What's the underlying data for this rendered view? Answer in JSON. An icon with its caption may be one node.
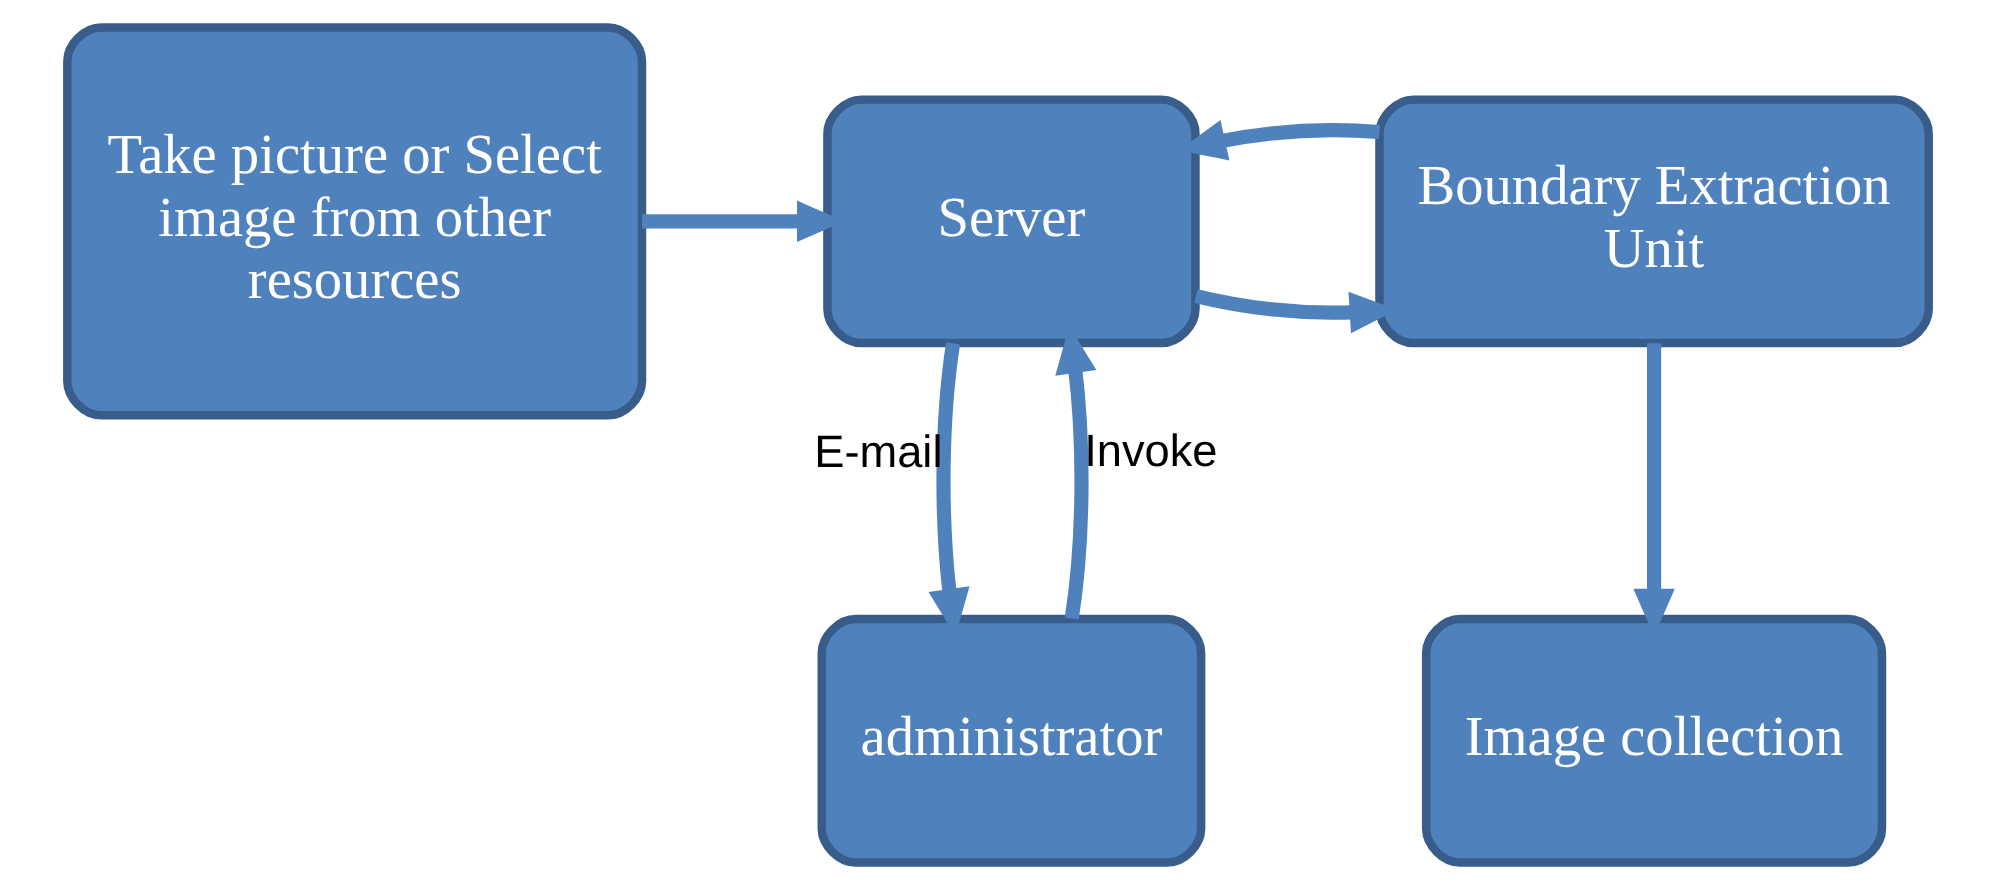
{
  "diagram": {
    "nodes": [
      {
        "text": [
          "Take picture or Select image from other resources"
        ]
      },
      {
        "text": [
          "Server"
        ]
      },
      {
        "text": [
          "Boundary Extraction Unit"
        ]
      },
      {
        "text": [
          "administrator"
        ]
      },
      {
        "text": [
          "Image collection"
        ]
      }
    ],
    "edges": [
      {
        "from": 0,
        "to": 1,
        "arrow": "to"
      },
      {
        "from": 1,
        "to": 2,
        "arrow": "to"
      },
      {
        "from": 2,
        "to": 1,
        "arrow": "to"
      },
      {
        "from": 1,
        "to": 3,
        "arrow": "to",
        "label": "E-mail"
      },
      {
        "from": 3,
        "to": 1,
        "arrow": "to",
        "label": "Invoke"
      },
      {
        "from": 2,
        "to": 4,
        "arrow": "to"
      }
    ]
  }
}
